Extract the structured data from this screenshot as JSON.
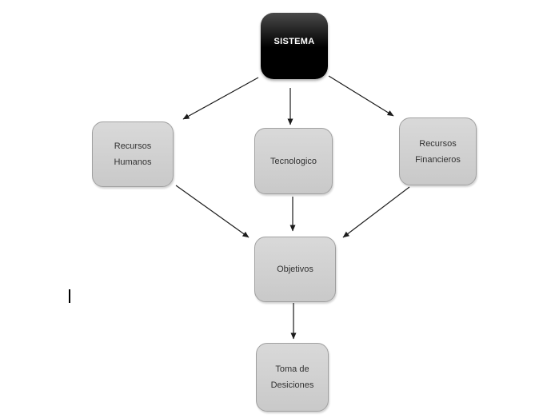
{
  "diagram": {
    "type": "flowchart",
    "nodes": {
      "sistema": {
        "label": "SISTEMA"
      },
      "recursos_humanos": {
        "label": "Recursos\nHumanos"
      },
      "tecnologico": {
        "label": "Tecnologico"
      },
      "recursos_financieros": {
        "label": "Recursos\nFinancieros"
      },
      "objetivos": {
        "label": "Objetivos"
      },
      "toma_de_desiciones": {
        "label": "Toma de\nDesiciones"
      }
    },
    "edges": [
      {
        "from": "sistema",
        "to": "recursos_humanos"
      },
      {
        "from": "sistema",
        "to": "tecnologico"
      },
      {
        "from": "sistema",
        "to": "recursos_financieros"
      },
      {
        "from": "recursos_humanos",
        "to": "objetivos"
      },
      {
        "from": "tecnologico",
        "to": "objetivos"
      },
      {
        "from": "recursos_financieros",
        "to": "objetivos"
      },
      {
        "from": "objetivos",
        "to": "toma_de_desiciones"
      }
    ],
    "colors": {
      "canvas_bg": "#ffffff",
      "sistema_fill_top": "#4a4a4a",
      "sistema_fill_bottom": "#000000",
      "sistema_text": "#ffffff",
      "node_fill_top": "#d9d9d9",
      "node_fill_bottom": "#c9c9c9",
      "node_border": "#a0a0a0",
      "node_text": "#333333",
      "arrow_color": "#1c1c1c"
    }
  }
}
